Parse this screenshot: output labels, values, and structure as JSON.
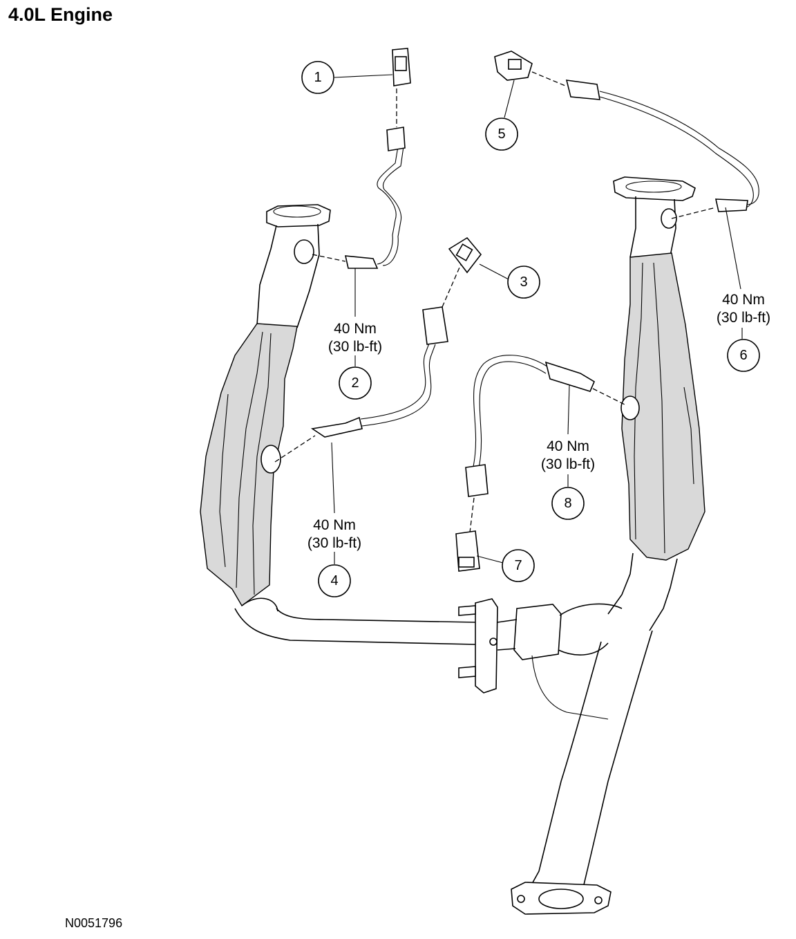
{
  "title": "4.0L Engine",
  "figure_id": "N0051796",
  "callouts": [
    {
      "number": "1"
    },
    {
      "number": "2",
      "torque_nm": "40 Nm",
      "torque_lbft": "(30 lb-ft)"
    },
    {
      "number": "3"
    },
    {
      "number": "4",
      "torque_nm": "40 Nm",
      "torque_lbft": "(30 lb-ft)"
    },
    {
      "number": "5"
    },
    {
      "number": "6",
      "torque_nm": "40 Nm",
      "torque_lbft": "(30 lb-ft)"
    },
    {
      "number": "7"
    },
    {
      "number": "8",
      "torque_nm": "40 Nm",
      "torque_lbft": "(30 lb-ft)"
    }
  ]
}
